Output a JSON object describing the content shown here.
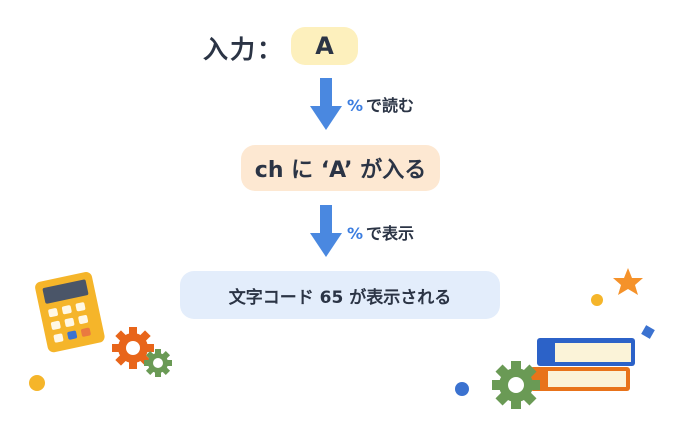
{
  "input": {
    "label": "入力：",
    "value": "A"
  },
  "step1": {
    "symbol": "%",
    "action": "で読む"
  },
  "assign": {
    "text": "ch に ‘A’ が入る"
  },
  "step2": {
    "symbol": "%",
    "action": "で表示"
  },
  "result": {
    "text": "文字コード 65 が表示される"
  },
  "colors": {
    "arrow": "#4a88e0",
    "accent": "#3b7de0",
    "input_box": "#fdf0bd",
    "assign_box": "#fde8d2",
    "result_box": "#e3edfb"
  }
}
